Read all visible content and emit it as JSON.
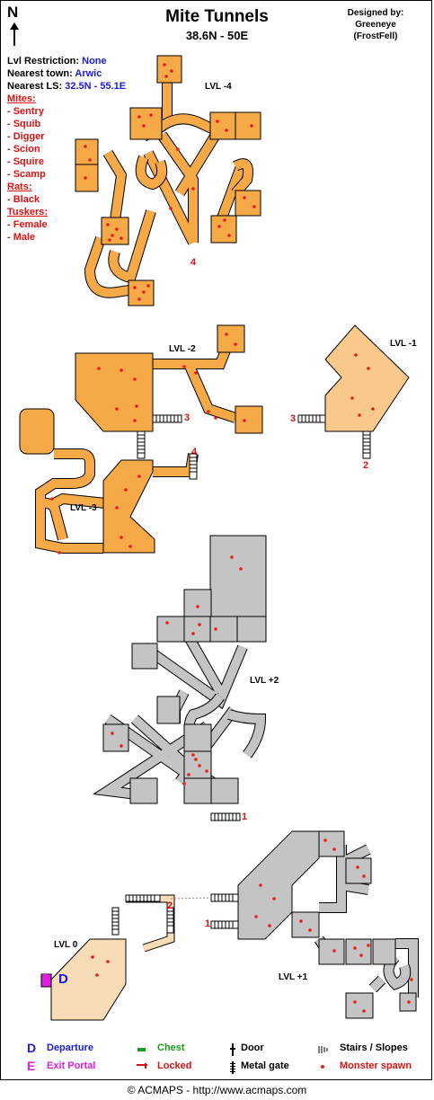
{
  "header": {
    "title": "Mite Tunnels",
    "coords": "38.6N - 50E",
    "designed_line1": "Designed by:",
    "designed_line2": "Greeneye",
    "designed_line3": "(FrostFell)",
    "north_letter": "N"
  },
  "info": {
    "restriction_label": "Lvl Restriction:",
    "restriction_value": "None",
    "town_label": "Nearest town:",
    "town_value": "Arwic",
    "ls_label": "Nearest LS:",
    "ls_value": "32.5N - 55.1E",
    "groups": [
      {
        "heading": "Mites:",
        "items": [
          "- Sentry",
          "- Squib",
          "- Digger",
          "- Scion",
          "- Squire",
          "- Scamp"
        ]
      },
      {
        "heading": "Rats:",
        "items": [
          "- Black"
        ]
      },
      {
        "heading": "Tuskers:",
        "items": [
          "- Female",
          "- Male"
        ]
      }
    ]
  },
  "levels": {
    "lvl_m4": "LVL -4",
    "lvl_m2": "LVL -2",
    "lvl_m1": "LVL -1",
    "lvl_m3": "LVL -3",
    "lvl_p2": "LVL +2",
    "lvl_0": "LVL 0",
    "lvl_p1": "LVL +1"
  },
  "stair_numbers": {
    "n4a": "4",
    "n3a": "3",
    "n3b": "3",
    "n2": "2",
    "n4b": "4",
    "n1a": "1",
    "n2b": "2",
    "n1b": "1"
  },
  "markers": {
    "departure_letter": "D",
    "exit_letter": "E"
  },
  "legend": {
    "departure_letter": "D",
    "departure": "Departure",
    "exit_letter": "E",
    "exit": "Exit Portal",
    "chest": "Chest",
    "locked": "Locked",
    "door": "Door",
    "metal_gate": "Metal gate",
    "stairs": "Stairs / Slopes",
    "spawn": "Monster spawn"
  },
  "footer": {
    "credit": "© ACMAPS - http://www.acmaps.com"
  },
  "colors": {
    "orange": "#f5a947",
    "light_orange": "#f9c98c",
    "grey": "#bfbfbf",
    "grey_room": "#c4c4c4",
    "beige": "#f7dcb6",
    "spawn": "#e81d1d",
    "departure": "#1a1adc",
    "exit": "#e01ee0",
    "chest": "#1a9a1a",
    "red": "#dd1111"
  }
}
